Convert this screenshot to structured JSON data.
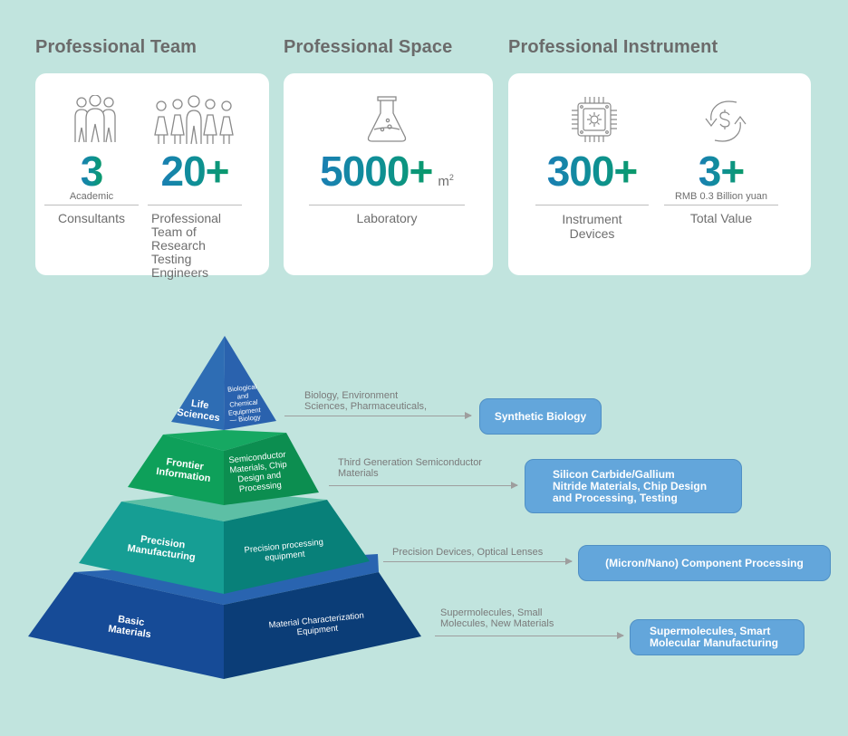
{
  "sections": {
    "team": {
      "title": "Professional Team",
      "stats": [
        {
          "icon": "group-of-three-people-icon",
          "value": "3",
          "sublabel": "Academic",
          "description": "Consultants"
        },
        {
          "icon": "group-of-five-people-icon",
          "value": "20+",
          "sublabel": "",
          "description_lines": [
            "Professional",
            "Team of",
            "Research Testing",
            "Engineers"
          ]
        }
      ]
    },
    "space": {
      "title": "Professional Space",
      "stats": [
        {
          "icon": "flask-icon",
          "value": "5000+",
          "unit": "m",
          "unit_sup": "2",
          "description": "Laboratory"
        }
      ]
    },
    "instrument": {
      "title": "Professional Instrument",
      "stats": [
        {
          "icon": "chip-gear-icon",
          "value": "300+",
          "sublabel": "",
          "description_lines": [
            "Instrument",
            "Devices"
          ]
        },
        {
          "icon": "dollar-cycle-icon",
          "value": "3+",
          "sublabel": "RMB 0.3 Billion yuan",
          "description": "Total Value"
        }
      ]
    }
  },
  "pyramid": {
    "tiers": [
      {
        "name_lines": [
          "Life",
          "Sciences"
        ],
        "side_lines": [
          "Biological",
          "and",
          "Chemical",
          "Equipment",
          "— Biology"
        ],
        "flow_lines": [
          "Biology, Environment",
          "Sciences, Pharmaceuticals,"
        ],
        "application_lines": [
          "Synthetic Biology"
        ],
        "colors": {
          "left": "#2E6DB4",
          "right": "#2A62AE"
        }
      },
      {
        "name_lines": [
          "Frontier",
          "Information"
        ],
        "side_lines": [
          "Semiconductor",
          "Materials, Chip",
          "Design and",
          "Processing"
        ],
        "flow_lines": [
          "Third Generation Semiconductor",
          "Materials"
        ],
        "application_lines": [
          "Silicon Carbide/Gallium",
          "Nitride Materials, Chip Design",
          "and Processing, Testing"
        ],
        "colors": {
          "left": "#0EA05A",
          "right": "#0C8E50",
          "top": "#16A862"
        }
      },
      {
        "name_lines": [
          "Precision",
          "Manufacturing"
        ],
        "side_lines": [
          "Precision processing",
          "equipment"
        ],
        "flow_lines": [
          "Precision Devices, Optical Lenses"
        ],
        "application_lines": [
          "(Micron/Nano) Component Processing"
        ],
        "colors": {
          "left": "#169E94",
          "right": "#088079",
          "top": "#5DBFA5"
        }
      },
      {
        "name_lines": [
          "Basic",
          "Materials"
        ],
        "side_lines": [
          "Material Characterization",
          "Equipment"
        ],
        "flow_lines": [
          "Supermolecules, Small",
          "Molecules, New Materials"
        ],
        "application_lines": [
          "Supermolecules, Smart",
          "Molecular Manufacturing"
        ],
        "colors": {
          "left": "#164B97",
          "right": "#0B3D77",
          "top": "#2964B0"
        }
      }
    ]
  }
}
